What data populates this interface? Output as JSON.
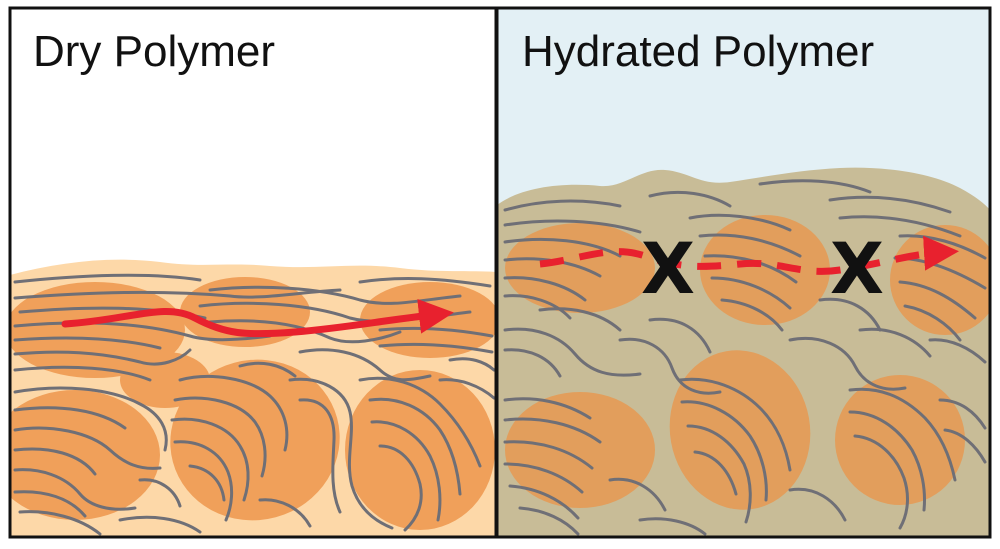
{
  "panels": {
    "dry": {
      "title": "Dry Polymer"
    },
    "hydrated": {
      "title": "Hydrated Polymer"
    }
  },
  "markers": {
    "block_symbol": "X"
  },
  "colors": {
    "outline": "#111111",
    "hydrated_background": "#e3f0f5",
    "dry_matrix": "#fdd8a8",
    "hydrated_matrix": "#c8bc97",
    "crystalline_domain": "#f0a05a",
    "fiber": "#6f6f76",
    "transport_arrow": "#e8212e"
  }
}
